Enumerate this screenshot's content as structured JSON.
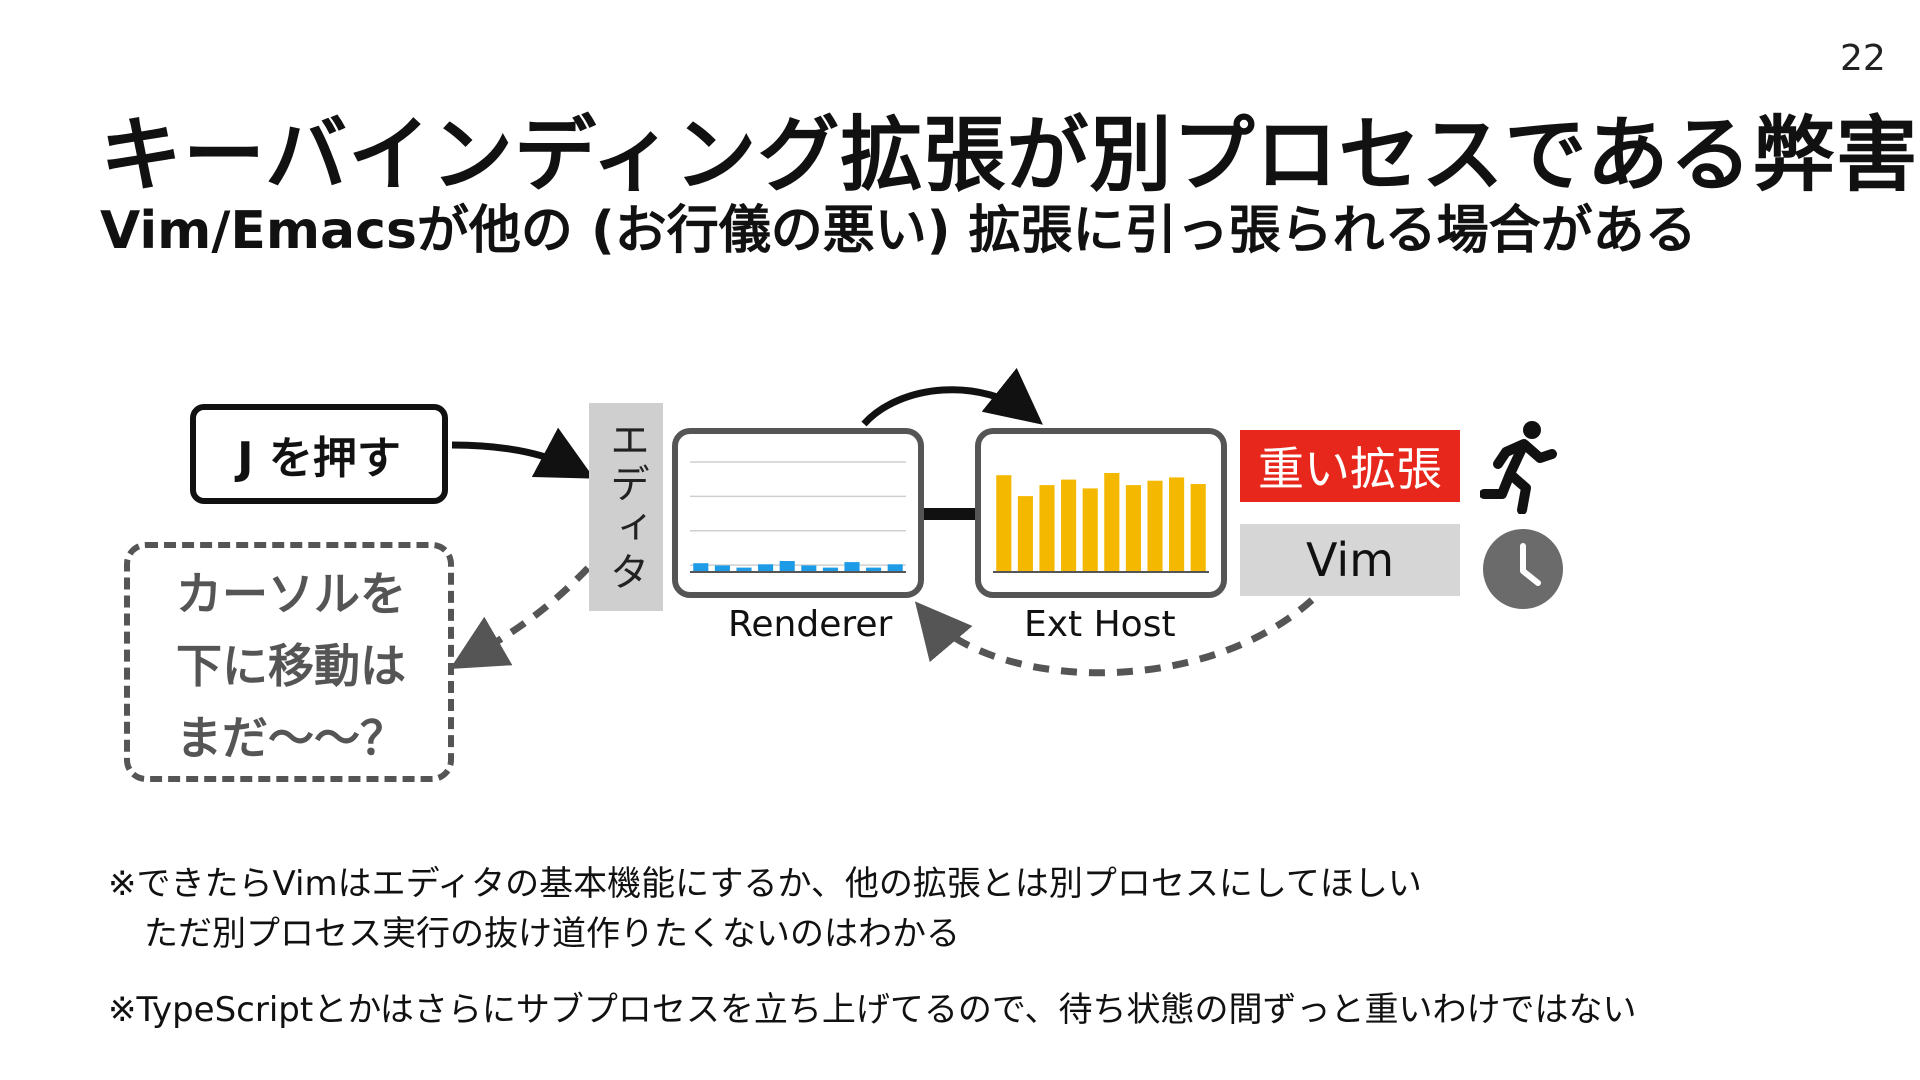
{
  "page_number": "22",
  "title": "キーバインディング拡張が別プロセスである弊害",
  "subtitle": "Vim/Emacsが他の (お行儀の悪い) 拡張に引っ張られる場合がある",
  "diagram": {
    "keypress_label": "J を押す",
    "cursor_lines": [
      "カーソルを",
      "下に移動は",
      "まだ〜〜？"
    ],
    "editor_label": "エディタ",
    "renderer_label": "Renderer",
    "exthost_label": "Ext Host",
    "heavy_extension_label": "重い拡張",
    "vim_label": "Vim",
    "icons": [
      "running-person-icon",
      "clock-icon"
    ],
    "colors": {
      "heavy_extension": "#e8271c",
      "vim_box": "#d6d6d6",
      "editor_strip": "#cfcfcf",
      "renderer_bars": "#1e9be6",
      "exthost_bars": "#f5b800"
    },
    "renderer_bar_levels": [
      0.08,
      0.06,
      0.04,
      0.07,
      0.1,
      0.06,
      0.04,
      0.09,
      0.04,
      0.07
    ],
    "exthost_bar_levels": [
      0.88,
      0.69,
      0.79,
      0.84,
      0.76,
      0.9,
      0.79,
      0.83,
      0.86,
      0.8
    ]
  },
  "notes": {
    "note1": "※できたらVimはエディタの基本機能にするか、他の拡張とは別プロセスにしてほしい",
    "note2": "ただ別プロセス実行の抜け道作りたくないのはわかる",
    "note3": "※TypeScriptとかはさらにサブプロセスを立ち上げてるので、待ち状態の間ずっと重いわけではない"
  }
}
